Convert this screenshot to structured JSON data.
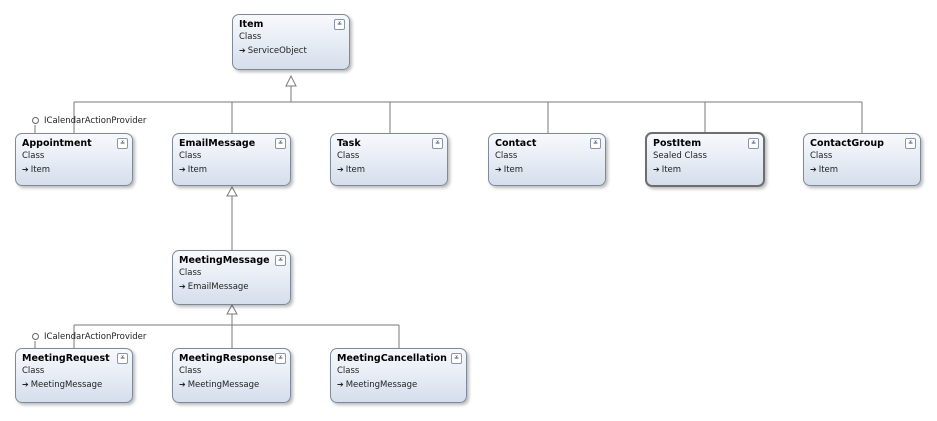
{
  "classes": {
    "item": {
      "name": "Item",
      "kind": "Class",
      "base": "ServiceObject",
      "expand_icon": "chevron-double-down-icon"
    },
    "appointment": {
      "name": "Appointment",
      "kind": "Class",
      "base": "Item",
      "expand_icon": "chevron-double-down-icon"
    },
    "email_message": {
      "name": "EmailMessage",
      "kind": "Class",
      "base": "Item",
      "expand_icon": "chevron-double-down-icon"
    },
    "task": {
      "name": "Task",
      "kind": "Class",
      "base": "Item",
      "expand_icon": "chevron-double-down-icon"
    },
    "contact": {
      "name": "Contact",
      "kind": "Class",
      "base": "Item",
      "expand_icon": "chevron-double-down-icon"
    },
    "post_item": {
      "name": "PostItem",
      "kind": "Sealed Class",
      "base": "Item",
      "expand_icon": "chevron-double-down-icon"
    },
    "contact_group": {
      "name": "ContactGroup",
      "kind": "Class",
      "base": "Item",
      "expand_icon": "chevron-double-down-icon"
    },
    "meeting_message": {
      "name": "MeetingMessage",
      "kind": "Class",
      "base": "EmailMessage",
      "expand_icon": "chevron-double-down-icon"
    },
    "meeting_request": {
      "name": "MeetingRequest",
      "kind": "Class",
      "base": "MeetingMessage",
      "expand_icon": "chevron-double-down-icon"
    },
    "meeting_response": {
      "name": "MeetingResponse",
      "kind": "Class",
      "base": "MeetingMessage",
      "expand_icon": "chevron-double-down-icon"
    },
    "meeting_cancellation": {
      "name": "MeetingCancellation",
      "kind": "Class",
      "base": "MeetingMessage",
      "expand_icon": "chevron-double-down-icon"
    }
  },
  "interfaces": {
    "appointment_iface": "ICalendarActionProvider",
    "meeting_request_iface": "ICalendarActionProvider"
  },
  "glyphs": {
    "collapse": "≚",
    "inherit_arrow": "➔"
  },
  "colors": {
    "connector": "#7a7a7a",
    "box_border": "#7f8a99",
    "selected_border": "#6e6e6e"
  }
}
